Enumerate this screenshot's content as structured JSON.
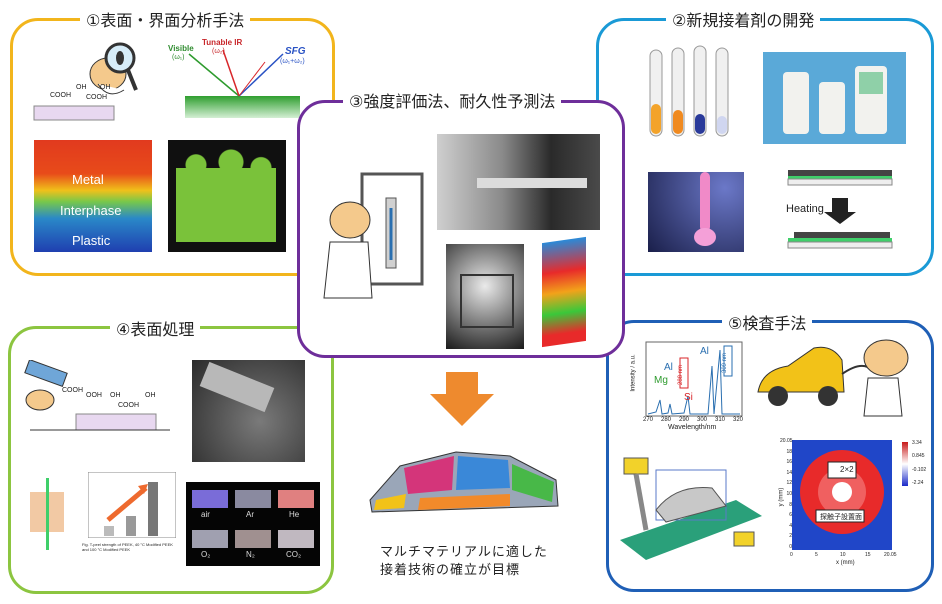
{
  "colors": {
    "panel1": "#f2b51c",
    "panel2": "#1a9ad6",
    "panel3": "#6e2e9a",
    "panel4": "#8cc540",
    "panel5": "#1f5fb6",
    "arrow": "#ee8a2e"
  },
  "panel1": {
    "title": "①表面・界面分析手法",
    "cooh_labels": [
      "COOH",
      "COOH",
      "OH",
      "OH"
    ],
    "ir": {
      "visible": "Visible",
      "visible_sub": "(ω₁)",
      "tunable": "Tunable IR",
      "tunable_sub": "(ω₂)",
      "sfg": "SFG",
      "sfg_sub": "(ω₁+ω₂)"
    },
    "map_labels": [
      "Metal",
      "Interphase",
      "Plastic"
    ]
  },
  "panel2": {
    "title": "②新規接着剤の開発",
    "heating": "Heating"
  },
  "panel3": {
    "title": "③強度評価法、耐久性予測法"
  },
  "panel4": {
    "title": "④表面処理",
    "cooh_labels": [
      "COOH",
      "OOH",
      "COOH",
      "OH",
      "OH"
    ],
    "chart_caption": "Fig. T-peel strength of PEEK, 40 °C Modified PEEK and 100 °C Modified PEEK",
    "plasma_labels": [
      "air",
      "Ar",
      "He",
      "O₂",
      "N₂",
      "CO₂"
    ]
  },
  "panel5": {
    "title": "⑤検査手法",
    "spectrum": {
      "ylabel": "Intensity / a.u.",
      "xlabel": "Wavelength/nm",
      "xticks": [
        "270",
        "280",
        "290",
        "300",
        "310",
        "320"
      ],
      "peaks": [
        "Al",
        "Mg",
        "Al",
        "Si"
      ],
      "nm_labels": [
        "288 nm",
        "309 nm"
      ]
    },
    "heatmap": {
      "box": "2×2",
      "region": "探触子設置面",
      "ylabel": "y (mm)",
      "xlabel": "x (mm)",
      "xticks": [
        "0",
        "5",
        "10",
        "15",
        "20.05"
      ],
      "yticks": [
        "20.05",
        "18",
        "16",
        "14",
        "12",
        "10",
        "8",
        "6",
        "4",
        "2",
        "0"
      ],
      "scale": [
        "3.34",
        "0.845",
        "-0.102",
        "-2.24"
      ]
    }
  },
  "center": {
    "goal_line1": "マルチマテリアルに適した",
    "goal_line2": "接着技術の確立が目標"
  }
}
